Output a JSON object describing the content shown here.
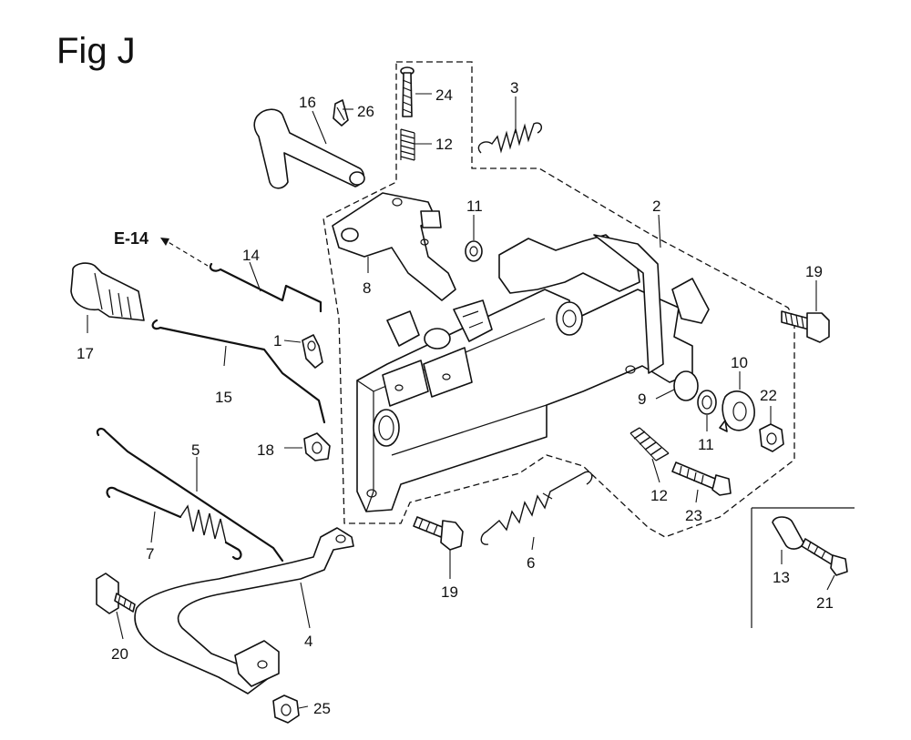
{
  "figure": {
    "title": "Fig J",
    "reference": "E-14"
  },
  "callouts": [
    {
      "id": "c1",
      "text": "1"
    },
    {
      "id": "c2",
      "text": "2"
    },
    {
      "id": "c3",
      "text": "3"
    },
    {
      "id": "c4",
      "text": "4"
    },
    {
      "id": "c5",
      "text": "5"
    },
    {
      "id": "c6",
      "text": "6"
    },
    {
      "id": "c7",
      "text": "7"
    },
    {
      "id": "c8",
      "text": "8"
    },
    {
      "id": "c9",
      "text": "9"
    },
    {
      "id": "c10",
      "text": "10"
    },
    {
      "id": "c11a",
      "text": "11"
    },
    {
      "id": "c11b",
      "text": "11"
    },
    {
      "id": "c12a",
      "text": "12"
    },
    {
      "id": "c12b",
      "text": "12"
    },
    {
      "id": "c13",
      "text": "13"
    },
    {
      "id": "c14",
      "text": "14"
    },
    {
      "id": "c15",
      "text": "15"
    },
    {
      "id": "c16",
      "text": "16"
    },
    {
      "id": "c17",
      "text": "17"
    },
    {
      "id": "c18",
      "text": "18"
    },
    {
      "id": "c19a",
      "text": "19"
    },
    {
      "id": "c19b",
      "text": "19"
    },
    {
      "id": "c20",
      "text": "20"
    },
    {
      "id": "c21",
      "text": "21"
    },
    {
      "id": "c22",
      "text": "22"
    },
    {
      "id": "c23",
      "text": "23"
    },
    {
      "id": "c24",
      "text": "24"
    },
    {
      "id": "c25",
      "text": "25"
    },
    {
      "id": "c26",
      "text": "26"
    }
  ]
}
